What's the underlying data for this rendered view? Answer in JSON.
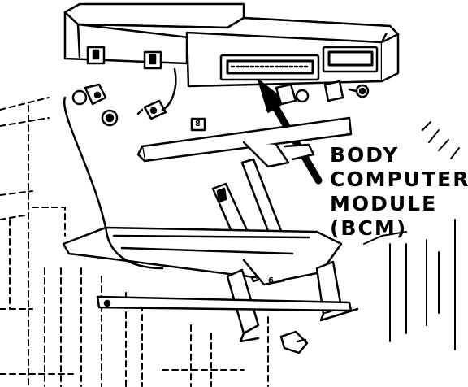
{
  "callout": {
    "line1": "BODY",
    "line2": "COMPUTER",
    "line3": "MODULE",
    "line4": "(BCM)"
  },
  "tags": {
    "nut_tag": "8",
    "bolt_tag": "6"
  },
  "colors": {
    "ink": "#000000",
    "paper": "#ffffff"
  }
}
